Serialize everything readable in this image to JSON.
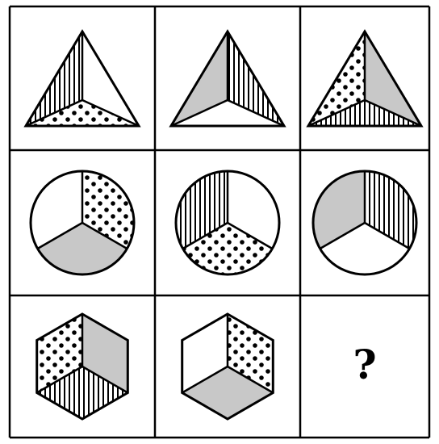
{
  "puzzle": {
    "rows": [
      [
        {
          "shape": "triangle",
          "sectors": {
            "left": "hatch",
            "right": "blank",
            "bottom": "dots"
          }
        },
        {
          "shape": "triangle",
          "sectors": {
            "left": "gray",
            "right": "hatch",
            "bottom": "blank"
          }
        },
        {
          "shape": "triangle",
          "sectors": {
            "left": "dots",
            "right": "gray",
            "bottom": "hatch"
          }
        }
      ],
      [
        {
          "shape": "circle",
          "sectors": {
            "left": "blank",
            "right": "dots",
            "bottom": "gray"
          }
        },
        {
          "shape": "circle",
          "sectors": {
            "left": "hatch",
            "right": "blank",
            "bottom": "dots"
          }
        },
        {
          "shape": "circle",
          "sectors": {
            "left": "gray",
            "right": "hatch",
            "bottom": "blank"
          }
        }
      ],
      [
        {
          "shape": "hexagon",
          "sectors": {
            "left": "dots",
            "right": "gray",
            "bottom": "hatch"
          }
        },
        {
          "shape": "hexagon",
          "sectors": {
            "left": "blank",
            "right": "dots",
            "bottom": "gray"
          }
        },
        {
          "shape": "question",
          "label": "?"
        }
      ]
    ],
    "colors": {
      "gray": "#c8c8c8",
      "line": "#000000",
      "background": "#ffffff"
    }
  }
}
